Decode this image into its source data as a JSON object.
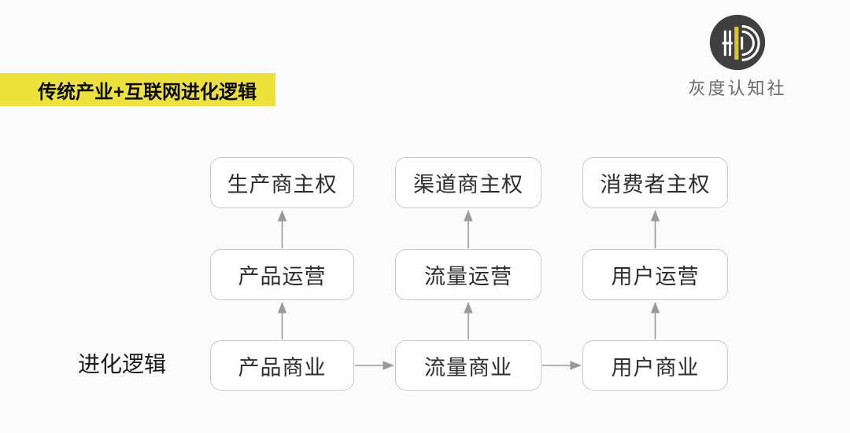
{
  "banner": {
    "title": "传统产业+互联网进化逻辑"
  },
  "logo": {
    "name": "灰度认知社",
    "icon": "hd-monogram-icon"
  },
  "side_label": "进化逻辑",
  "diagram": {
    "columns": [
      {
        "top": "生产商主权",
        "middle": "产品运营",
        "bottom": "产品商业"
      },
      {
        "top": "渠道商主权",
        "middle": "流量运营",
        "bottom": "流量商业"
      },
      {
        "top": "消费者主权",
        "middle": "用户运营",
        "bottom": "用户商业"
      }
    ]
  },
  "colors": {
    "page_bg": "#fbfbfb",
    "banner_bg": "#ede23b",
    "banner_text": "#0a0a0a",
    "box_bg": "#ffffff",
    "box_border": "#c8c8c8",
    "box_text": "#2d2d2d",
    "arrow": "#999999",
    "label_text": "#1a1a1a",
    "logo_circle": "#3f3f3f",
    "logo_accent": "#d8c630",
    "logo_text": "#6a6a6a"
  }
}
